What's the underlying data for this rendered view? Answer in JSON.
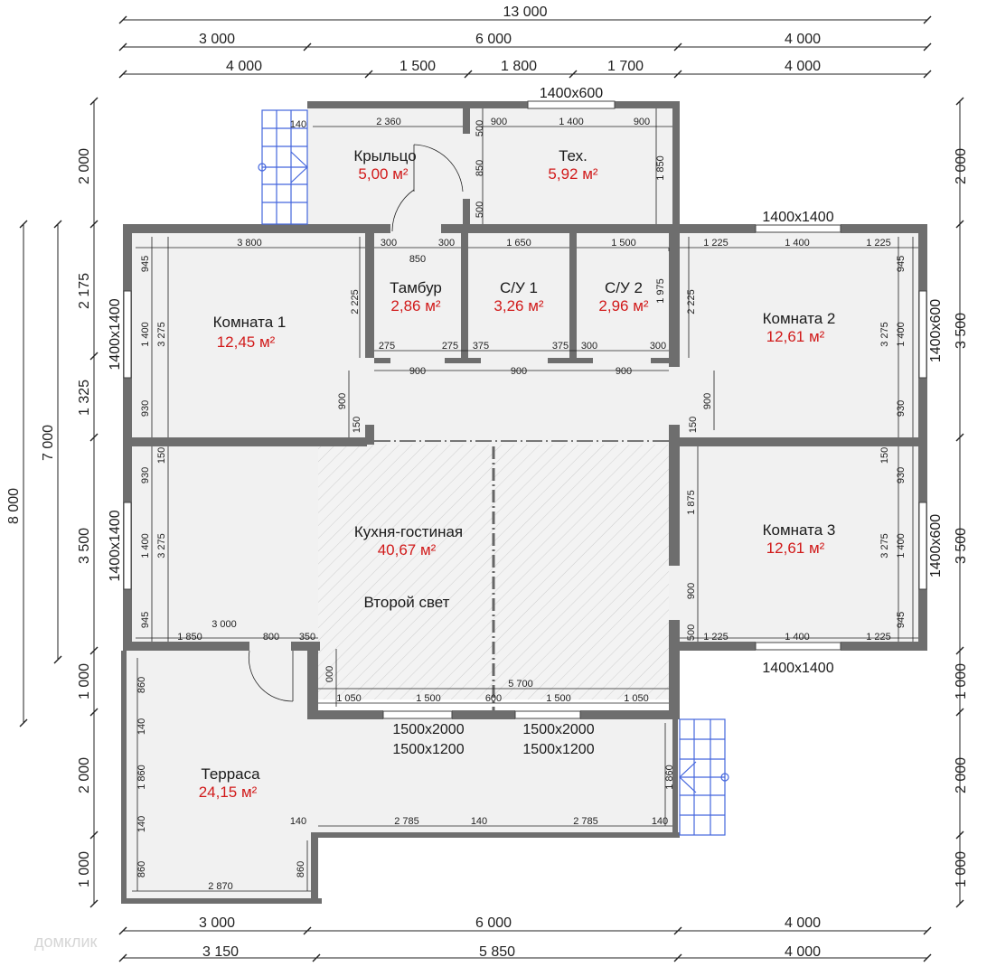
{
  "overall_dims": {
    "top1": [
      "13 000"
    ],
    "top2": [
      "3 000",
      "6 000",
      "4 000"
    ],
    "top3": [
      "4 000",
      "1 500",
      "1 800",
      "1 700",
      "4 000"
    ],
    "bottom1": [
      "3 000",
      "6 000",
      "4 000"
    ],
    "bottom2": [
      "3 150",
      "5 850",
      "4 000"
    ],
    "left_outer": [
      "8 000"
    ],
    "left_mid": [
      "7 000"
    ],
    "left_inner": [
      "2 000",
      "2 175",
      "1 325",
      "3 500",
      "1 000",
      "2 000",
      "1 000"
    ],
    "right": [
      "2 000",
      "3 500",
      "3 500",
      "1 000",
      "2 000",
      "1 000"
    ]
  },
  "rooms": [
    {
      "name": "Крыльцо",
      "area": "5,00 м²"
    },
    {
      "name": "Тех.",
      "area": "5,92 м²"
    },
    {
      "name": "Комната 1",
      "area": "12,45 м²"
    },
    {
      "name": "Тамбур",
      "area": "2,86 м²"
    },
    {
      "name": "С/У 1",
      "area": "3,26 м²"
    },
    {
      "name": "С/У 2",
      "area": "2,96 м²"
    },
    {
      "name": "Комната 2",
      "area": "12,61 м²"
    },
    {
      "name": "Кухня-гостиная",
      "area": "40,67 м²"
    },
    {
      "name": "Комната 3",
      "area": "12,61 м²"
    },
    {
      "name": "Терраса",
      "area": "24,15 м²"
    }
  ],
  "second_light": "Второй свет",
  "windows": {
    "tech_top": "1400x600",
    "room2_top": "1400x1400",
    "room2_side": "1400x600",
    "room1_side": "1400x1400",
    "left_lower": "1400x1400",
    "room3_side": "1400x600",
    "room3_bottom": "1400x1400",
    "kitchen_left_1": "1500x2000",
    "kitchen_left_2": "1500x1200",
    "kitchen_right_1": "1500x2000",
    "kitchen_right_2": "1500x1200"
  },
  "inner_dims": {
    "porch_top": [
      "140",
      "2 360"
    ],
    "tech_top": [
      "900",
      "1 400",
      "900"
    ],
    "tech_side": [
      "500",
      "850",
      "500",
      "1 850"
    ],
    "row_top": [
      "3 800",
      "300",
      "300",
      "1 650",
      "1 500",
      "1 225",
      "1 400",
      "1 225"
    ],
    "tambur_door": "850",
    "room1_left": [
      "945",
      "1 400",
      "930",
      "3 275"
    ],
    "room1_right": [
      "2 225"
    ],
    "su2_right": [
      "1 975"
    ],
    "room2_left": [
      "2 225"
    ],
    "room2_right": [
      "945",
      "3 275",
      "1 400",
      "930"
    ],
    "mid_row": [
      "275",
      "275",
      "375",
      "375",
      "300",
      "300"
    ],
    "mid_doors": [
      "900",
      "900",
      "900"
    ],
    "corridor": [
      "900",
      "150",
      "900",
      "150"
    ],
    "left_lower_dims": [
      "930",
      "150",
      "1 400",
      "3 275",
      "945"
    ],
    "room3_left": [
      "1 875",
      "900",
      "500"
    ],
    "room3_right": [
      "150",
      "930",
      "3 275",
      "1 400",
      "945"
    ],
    "room3_bottom": [
      "1 225",
      "1 400",
      "1 225"
    ],
    "kitchen_bottom": [
      "3 000",
      "1 850",
      "800",
      "350"
    ],
    "kitchen_inner": [
      "5 700",
      "1 050",
      "1 500",
      "600",
      "1 500",
      "1 050",
      "000"
    ],
    "terrace_left": [
      "860",
      "140",
      "1 860",
      "140",
      "860"
    ],
    "terrace_bottom": [
      "2 870"
    ],
    "terrace_right": [
      "860",
      "1 860"
    ],
    "terrace_front": [
      "140",
      "2 785",
      "140",
      "2 785",
      "140"
    ]
  },
  "watermark": "домклик"
}
